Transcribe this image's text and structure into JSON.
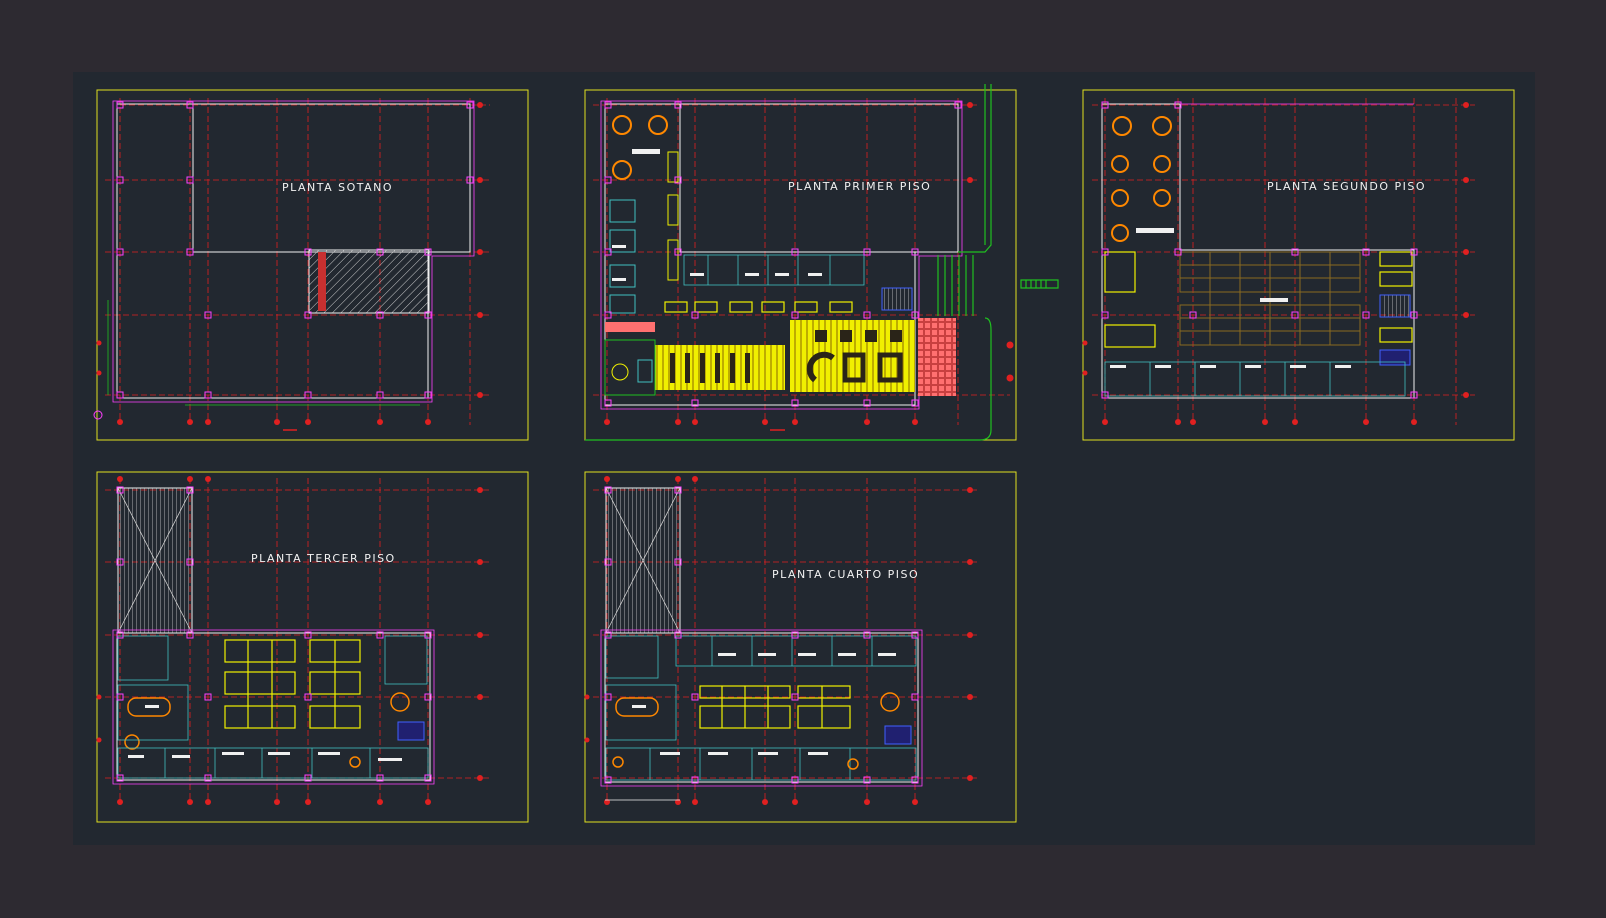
{
  "drawing": {
    "sheets": [
      {
        "id": "sotano",
        "title": "PLANTA SOTANO"
      },
      {
        "id": "primer",
        "title": "PLANTA PRIMER PISO"
      },
      {
        "id": "segundo",
        "title": "PLANTA SEGUNDO PISO"
      },
      {
        "id": "tercer",
        "title": "PLANTA TERCER PISO"
      },
      {
        "id": "cuarto",
        "title": "PLANTA CUARTO PISO"
      }
    ]
  },
  "colors": {
    "background": "#2d2a31",
    "model_space": "#222830",
    "frame": "#e0e020",
    "grid": "#e02020",
    "wall": "#f0f0f0",
    "column": "#ff40ff",
    "furniture_yellow": "#f0f000",
    "furniture_orange": "#ff8800",
    "outline": "#40c0c0",
    "accent_green": "#20c020"
  },
  "icons": {
    "column_marker": "magenta-square",
    "grid_bubble": "red-circle",
    "stair": "hatched-rectangle"
  }
}
